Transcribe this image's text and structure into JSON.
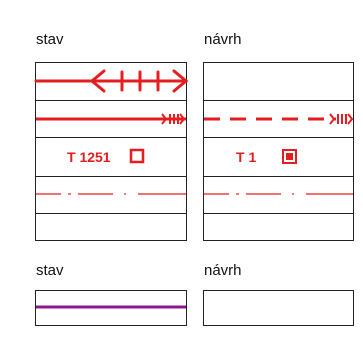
{
  "legend": {
    "top": {
      "col_existing": "stav",
      "col_proposed": "návrh",
      "rows": [
        {
          "existing_code": "",
          "proposed_code": ""
        },
        {
          "existing_code": "",
          "proposed_code": ""
        },
        {
          "existing_code": "T 1251",
          "proposed_code": "T 1"
        },
        {
          "existing_code": "",
          "proposed_code": ""
        }
      ]
    },
    "bottom": {
      "col_existing": "stav",
      "col_proposed": "návrh"
    }
  },
  "colors": {
    "red": "#e41e1e",
    "purple": "#8b1a8f",
    "frame": "#222222"
  }
}
